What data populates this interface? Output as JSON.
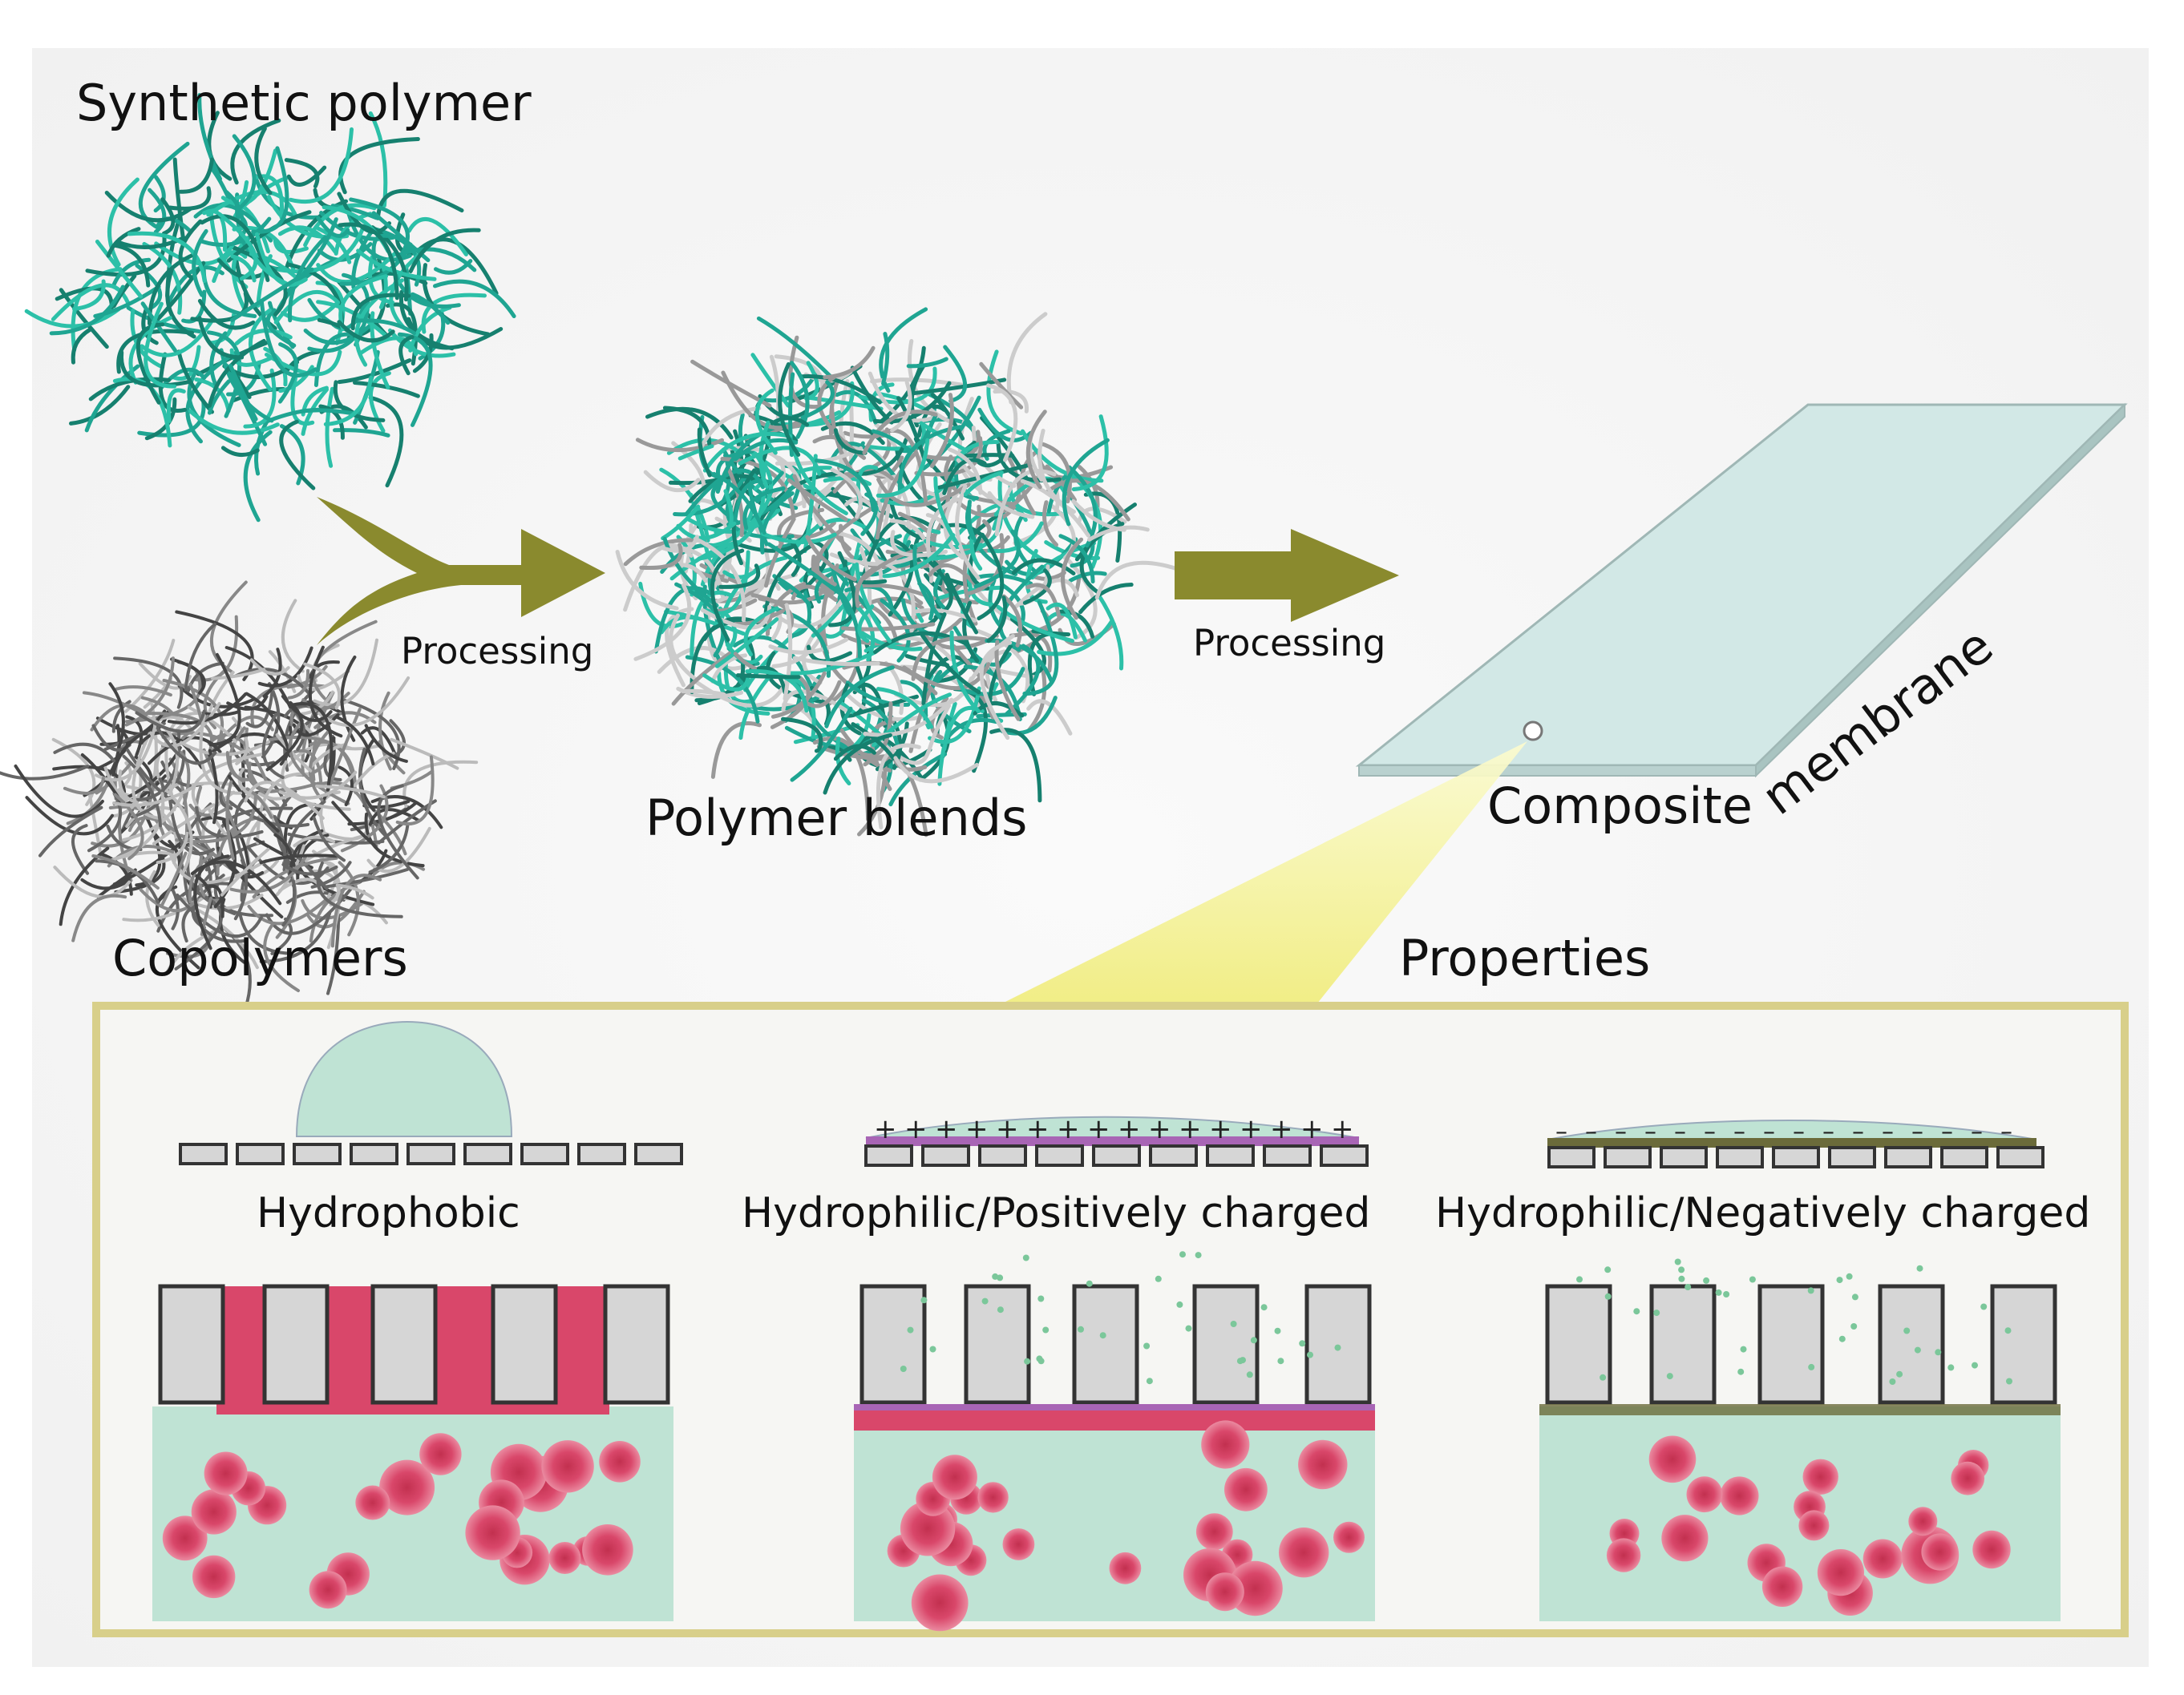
{
  "labels": {
    "synthetic_polymer": "Synthetic polymer",
    "copolymers": "Copolymers",
    "processing_1": "Processing",
    "polymer_blends": "Polymer blends",
    "processing_2": "Processing",
    "composite": "Composite",
    "membrane": "membrane",
    "properties": "Properties",
    "hydrophobic": "Hydrophobic",
    "hydrophilic_positive": "Hydrophilic/Positively charged",
    "hydrophilic_negative": "Hydrophilic/Negatively charged"
  },
  "colors": {
    "polymer_teal": "#1fa592",
    "copolymer_grey": "#555555",
    "arrow_olive": "#8a8a2e",
    "membrane_sheet": "#cfe6e3",
    "water_green": "#bfe3d4",
    "foulant_red": "#d9476a",
    "positive_layer": "#a865b5",
    "negative_layer": "#6b6b3a",
    "pore_grey": "#d6d6d6",
    "panel_border": "#d8cf8a",
    "spotlight_yellow": "#f3f08a"
  },
  "icons": {
    "arrow": "right-arrow-icon",
    "positive_charge": "plus-sign",
    "negative_charge": "minus-sign"
  }
}
